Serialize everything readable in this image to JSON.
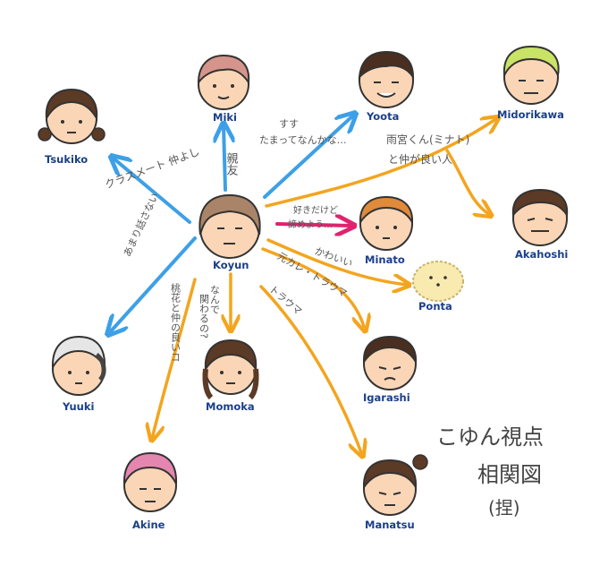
{
  "diagram": {
    "title_line1": "こゆん視点",
    "title_line2": "相関図",
    "title_line3": "(捏)"
  },
  "people": {
    "koyun": "Koyun",
    "miki": "Miki",
    "tsukiko": "Tsukiko",
    "yoota": "Yoota",
    "midorikawa": "Midorikawa",
    "akahoshi": "Akahoshi",
    "minato": "Minato",
    "ponta": "Ponta",
    "igarashi": "Igarashi",
    "manatsu": "Manatsu",
    "momoka": "Momoka",
    "akine": "Akine",
    "yuuki": "Yuuki"
  },
  "relations": {
    "miki": "親友",
    "tsukiko": "クラスメート 仲よし",
    "yoota_line1": "すす",
    "yoota_line2": "たまってなんかな…",
    "midorikawa_line1": "雨宮くん(ミナト)",
    "midorikawa_line2": "と仲が良い人",
    "minato_line1": "好きだけど",
    "minato_line2": "諦めよう…",
    "ponta": "かわいい",
    "igarashi": "元カレ・トラウマ",
    "manatsu": "トラウマ",
    "momoka_line1": "なんで",
    "momoka_line2": "関わるの?",
    "akine": "桃花と仲の良いコ",
    "yuuki": "あまり話さない"
  },
  "colors": {
    "blue": "#3da0e6",
    "orange": "#f3a51f",
    "magenta": "#e0236e",
    "name_text": "#1a3f8a"
  }
}
